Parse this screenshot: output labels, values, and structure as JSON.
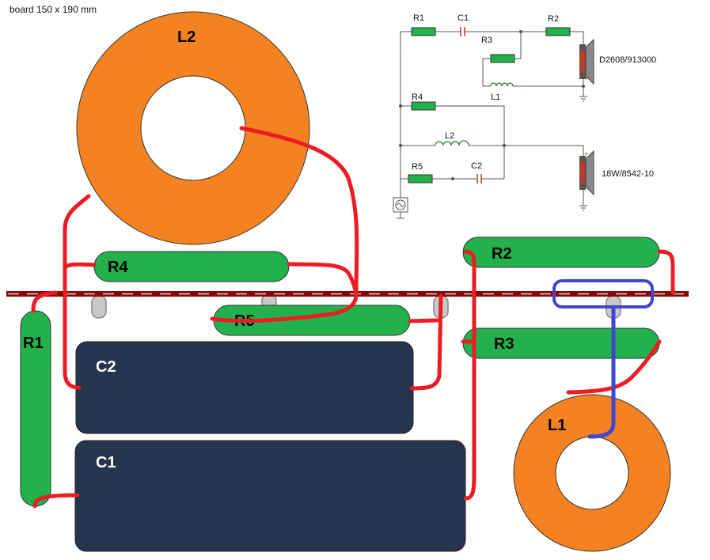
{
  "title": "board 150 x 190 mm",
  "board": {
    "components": {
      "L2": "L2",
      "L1": "L1",
      "R1": "R1",
      "R2": "R2",
      "R3": "R3",
      "R4": "R4",
      "R5": "R5",
      "C1": "C1",
      "C2": "C2"
    }
  },
  "schematic": {
    "R1": "R1",
    "C1": "C1",
    "R2": "R2",
    "R3": "R3",
    "L1": "L1",
    "R4": "R4",
    "L2": "L2",
    "R5": "R5",
    "C2": "C2",
    "tweeter_model": "D2608/913000",
    "woofer_model": "18W/8542-10"
  },
  "colors": {
    "inductor": "#f58220",
    "resistor": "#22b14c",
    "capacitor": "#25344f",
    "wire": "#ed1c24",
    "wire_blue": "#3f48cc",
    "rail": "#8b0000"
  }
}
